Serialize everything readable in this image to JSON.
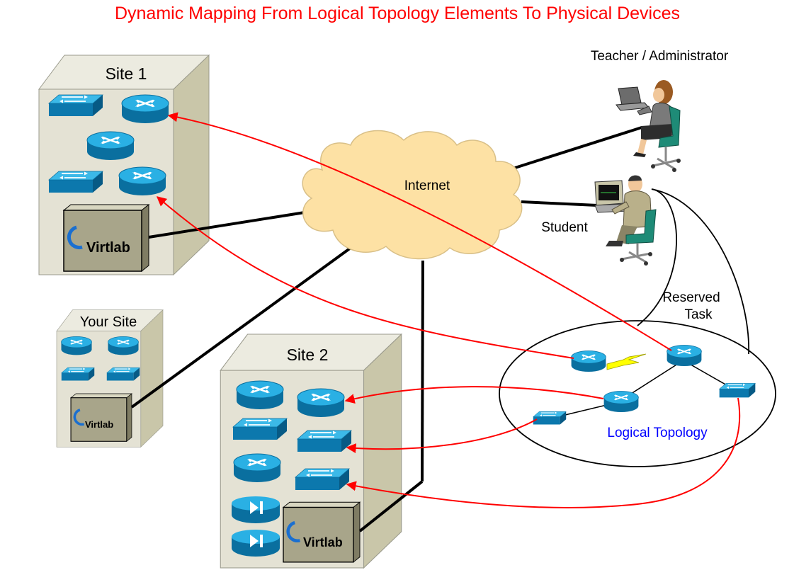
{
  "title": "Dynamic Mapping From Logical Topology Elements To Physical Devices",
  "sites": {
    "site1": "Site 1",
    "your_site": "Your Site",
    "site2": "Site 2"
  },
  "cloud_label": "Internet",
  "people": {
    "teacher": "Teacher / Administrator",
    "student": "Student"
  },
  "reserved_task": [
    "Reserved",
    "Task"
  ],
  "logical_topology_label": "Logical Topology",
  "virtlab_logo_text": "Virtlab",
  "colors": {
    "title": "#ff0000",
    "mapping_arrows": "#ff0000",
    "logical_topology_label": "#0000ff",
    "device_blue": "#1a9fd6",
    "cloud_fill": "#fde1a4",
    "rack_fill": "#e4e2d4",
    "virtlab_box": "#a8a58a",
    "wan_link": "#ffff00"
  },
  "icons": [
    "router-icon",
    "switch-icon",
    "firewall-icon",
    "cloud-icon",
    "teacher-icon",
    "student-icon",
    "virtlab-box-icon"
  ]
}
